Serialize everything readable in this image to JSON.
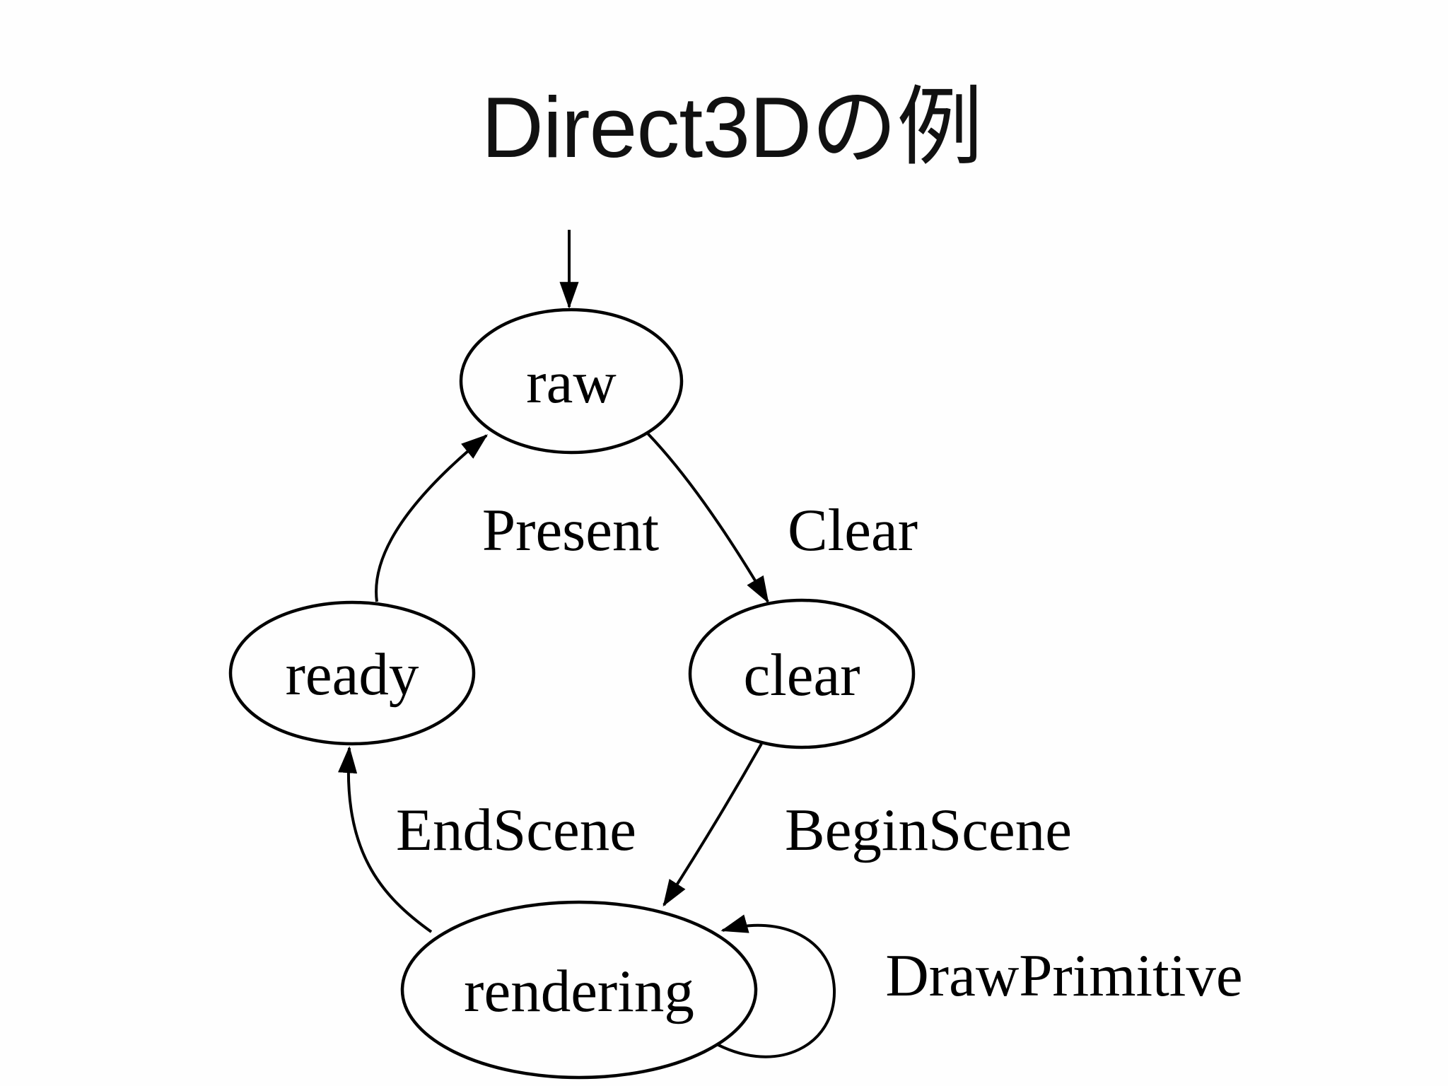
{
  "title": "Direct3Dの例",
  "diagram": {
    "type": "state-machine",
    "nodes": [
      {
        "id": "raw",
        "label": "raw"
      },
      {
        "id": "ready",
        "label": "ready"
      },
      {
        "id": "clear",
        "label": "clear"
      },
      {
        "id": "rendering",
        "label": "rendering"
      }
    ],
    "edges": [
      {
        "id": "initial",
        "from": "start",
        "to": "raw",
        "label": ""
      },
      {
        "id": "present",
        "from": "ready",
        "to": "raw",
        "label": "Present"
      },
      {
        "id": "clear-call",
        "from": "raw",
        "to": "clear",
        "label": "Clear"
      },
      {
        "id": "begin-scene",
        "from": "clear",
        "to": "rendering",
        "label": "BeginScene"
      },
      {
        "id": "end-scene",
        "from": "rendering",
        "to": "ready",
        "label": "EndScene"
      },
      {
        "id": "draw-primitive",
        "from": "rendering",
        "to": "rendering",
        "label": "DrawPrimitive"
      }
    ],
    "colors": {
      "stroke": "#000000",
      "text": "#000000",
      "background": "#fefefe"
    }
  }
}
